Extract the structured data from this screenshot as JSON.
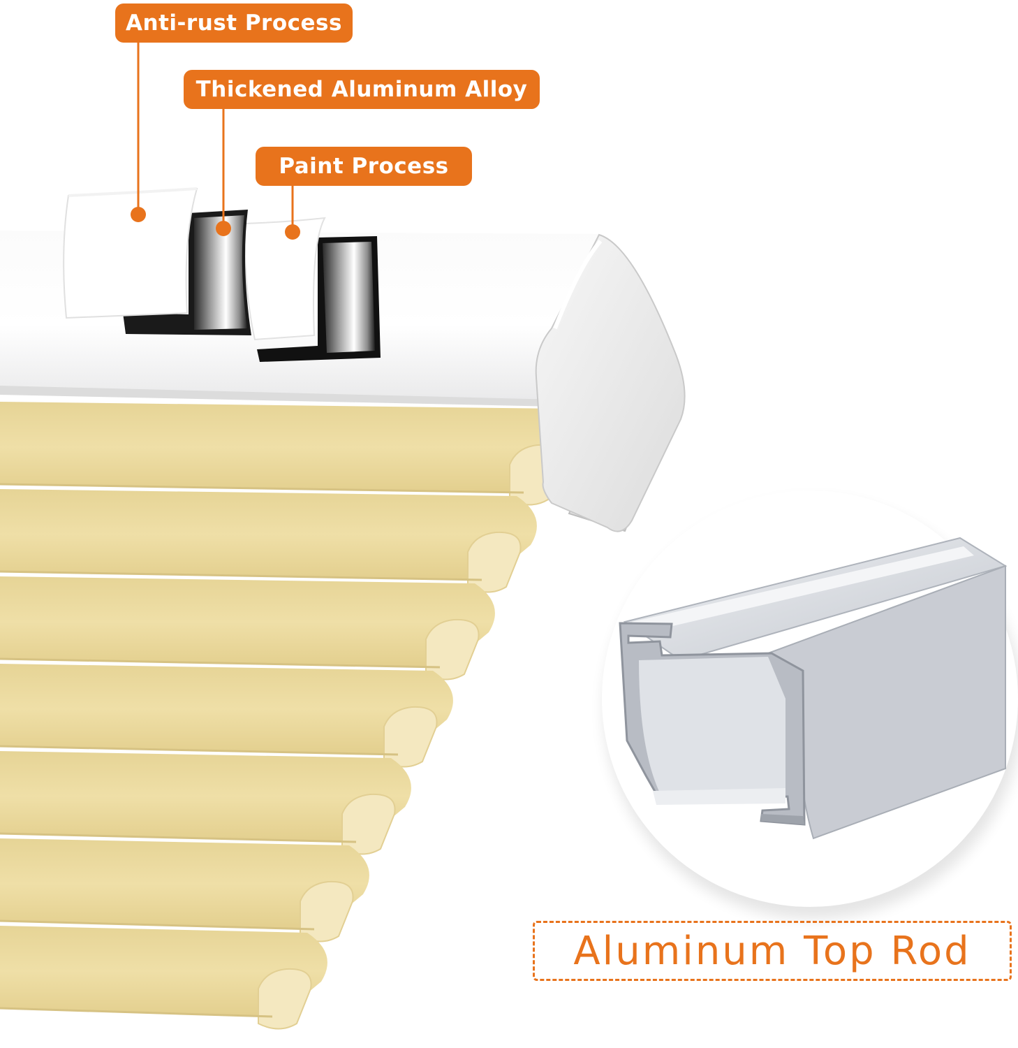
{
  "callouts": {
    "anti_rust": "Anti-rust Process",
    "alloy": "Thickened Aluminum Alloy",
    "paint": "Paint Process"
  },
  "caption": "Aluminum Top Rod",
  "colors": {
    "accent": "#E8731C",
    "shade_fabric": "#EEDCA0",
    "shade_edge": "#F4E8C0",
    "rail": "#FFFFFF",
    "profile": "#D7DAE0"
  }
}
